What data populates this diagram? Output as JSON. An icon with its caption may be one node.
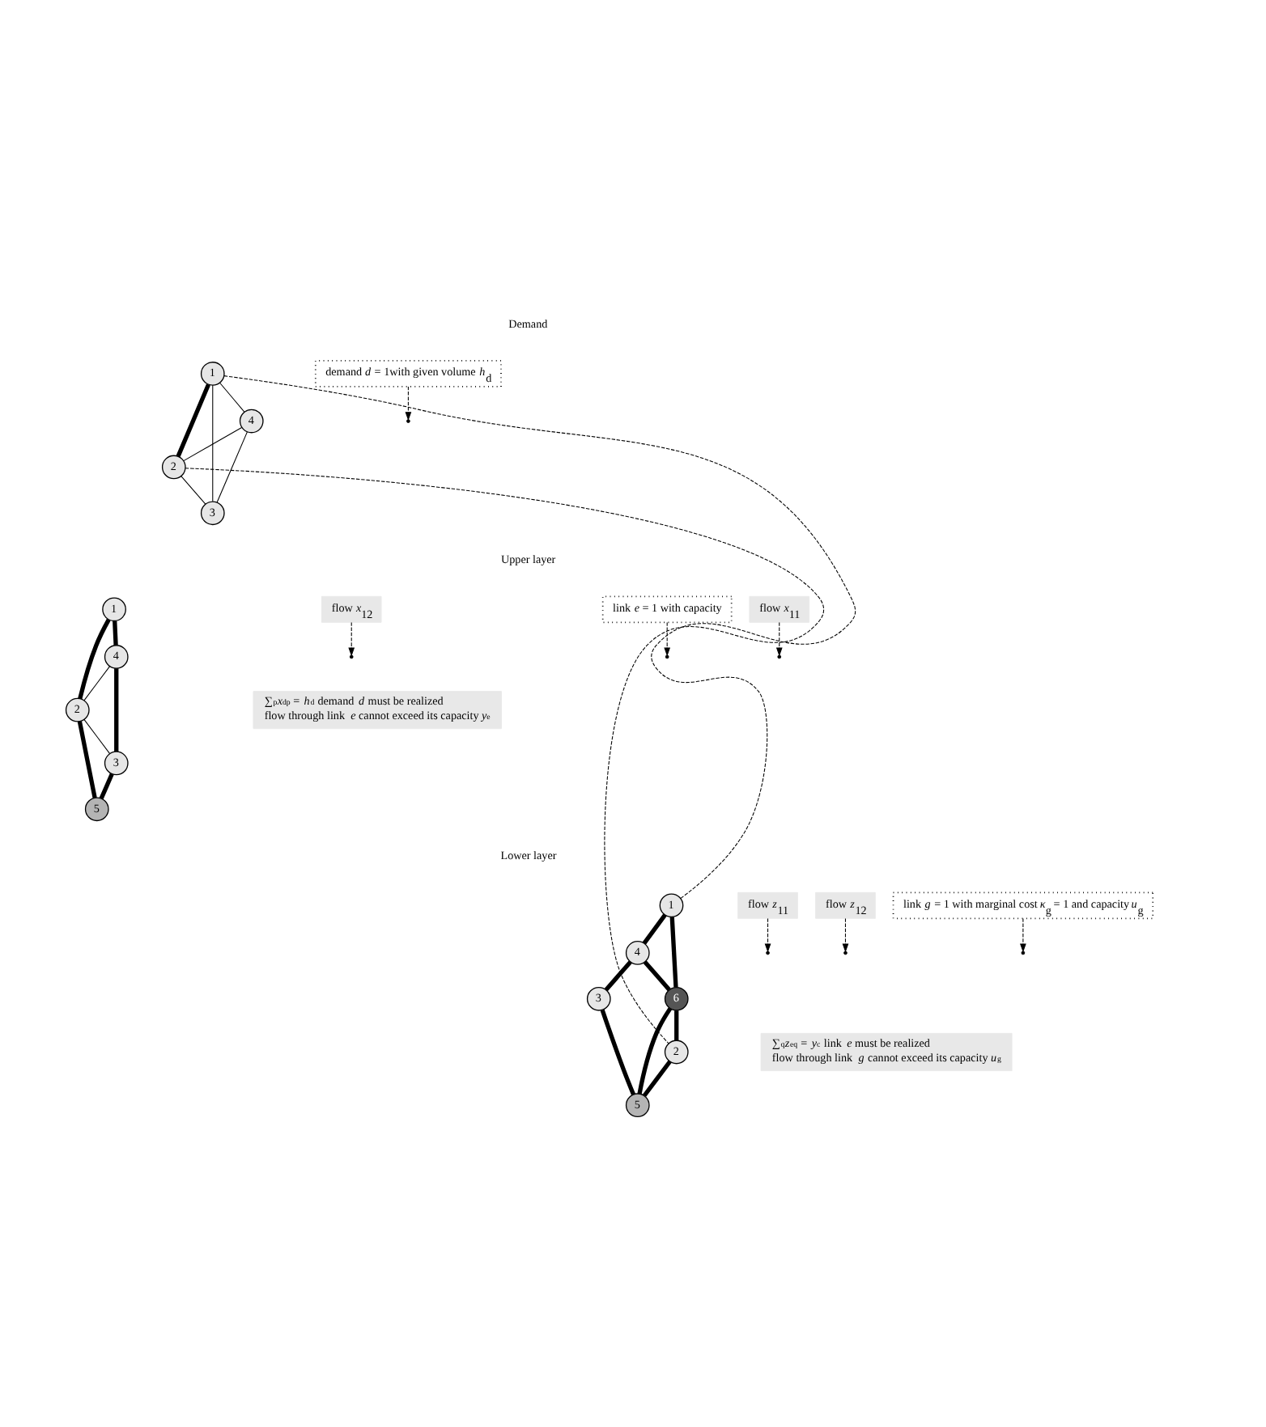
{
  "diagram": {
    "nodes": [
      {
        "text": [
          "1"
        ]
      },
      {
        "text": [
          "2"
        ]
      },
      {
        "text": [
          "3"
        ]
      },
      {
        "text": [
          "4"
        ]
      },
      {
        "text": [
          "demand *d* = 1with given volume *h*$_{d}$"
        ]
      },
      {
        "text": [
          "1"
        ]
      },
      {
        "text": [
          "2"
        ]
      },
      {
        "text": [
          "3"
        ]
      },
      {
        "text": [
          "4"
        ]
      },
      {
        "text": [
          "5"
        ]
      },
      {
        "text": [
          "link *e* = 1 with capacity"
        ]
      },
      {
        "text": [
          "flow *x*$_{11}$"
        ]
      },
      {
        "text": [
          "flow *x*$_{12}$"
        ]
      },
      {
        "text": [
          "∑$_{p}$*x*$_{dp}$ = *h*$_{d}$ demand *d* must be realized",
          "flow through link *e* cannot exceed its capacity *y*$_{e}$"
        ]
      },
      {
        "text": [
          "1"
        ]
      },
      {
        "text": [
          "2"
        ]
      },
      {
        "text": [
          "3"
        ]
      },
      {
        "text": [
          "4"
        ]
      },
      {
        "text": [
          "5"
        ]
      },
      {
        "text": [
          "6"
        ]
      },
      {
        "text": [
          "flow *z*$_{11}$"
        ]
      },
      {
        "text": [
          "flow *z*$_{12}$"
        ]
      },
      {
        "text": [
          "link *g* = 1 with marginal cost *κ*$_{g}$ = 1 and capacity *u*$_{g}$"
        ]
      },
      {
        "text": [
          "∑$_{q}$*z*$_{eq}$ = *y*$_{c}$ link *e* must be realized",
          "flow through link *g* cannot exceed its capacity *u*$_{g}$"
        ]
      }
    ],
    "edges": [
      {
        "from": 0,
        "to": 3,
        "arrow": "none"
      },
      {
        "from": 0,
        "to": 2,
        "arrow": "none"
      },
      {
        "from": 0,
        "to": 1,
        "arrow": "none",
        "style": "thick"
      },
      {
        "from": 3,
        "to": 1,
        "arrow": "none"
      },
      {
        "from": 3,
        "to": 2,
        "arrow": "none"
      },
      {
        "from": 1,
        "to": 2,
        "arrow": "none"
      },
      {
        "from": 4,
        "to": null,
        "arrow": "to",
        "style": "dashed"
      },
      {
        "from": 0,
        "to": 14,
        "arrow": "none",
        "style": "dashed"
      },
      {
        "from": 1,
        "to": 15,
        "arrow": "none",
        "style": "dashed"
      },
      {
        "from": 5,
        "to": 8,
        "arrow": "none",
        "style": "thick"
      },
      {
        "from": 5,
        "to": 6,
        "arrow": "none",
        "style": "thick"
      },
      {
        "from": 8,
        "to": 6,
        "arrow": "none"
      },
      {
        "from": 8,
        "to": 7,
        "arrow": "none",
        "style": "thick"
      },
      {
        "from": 6,
        "to": 7,
        "arrow": "none"
      },
      {
        "from": 6,
        "to": 9,
        "arrow": "none",
        "style": "thick"
      },
      {
        "from": 7,
        "to": 9,
        "arrow": "none",
        "style": "thick"
      },
      {
        "from": 10,
        "to": null,
        "arrow": "to",
        "style": "dashed"
      },
      {
        "from": 11,
        "to": null,
        "arrow": "to",
        "style": "dashed"
      },
      {
        "from": 12,
        "to": null,
        "arrow": "to",
        "style": "dashed"
      },
      {
        "from": 14,
        "to": 17,
        "arrow": "none",
        "style": "thick"
      },
      {
        "from": 14,
        "to": 19,
        "arrow": "none",
        "style": "thick"
      },
      {
        "from": 17,
        "to": 19,
        "arrow": "none",
        "style": "thick"
      },
      {
        "from": 17,
        "to": 16,
        "arrow": "none",
        "style": "thick"
      },
      {
        "from": 16,
        "to": 18,
        "arrow": "none",
        "style": "thick"
      },
      {
        "from": 19,
        "to": 18,
        "arrow": "none",
        "style": "thick"
      },
      {
        "from": 19,
        "to": 15,
        "arrow": "none",
        "style": "thick"
      },
      {
        "from": 15,
        "to": 18,
        "arrow": "none",
        "style": "thick"
      },
      {
        "from": 20,
        "to": null,
        "arrow": "to",
        "style": "dashed"
      },
      {
        "from": 21,
        "to": null,
        "arrow": "to",
        "style": "dashed"
      },
      {
        "from": 22,
        "to": null,
        "arrow": "to",
        "style": "dashed"
      }
    ],
    "labels": [
      "Demand",
      "Upper layer",
      "Lower layer"
    ]
  }
}
